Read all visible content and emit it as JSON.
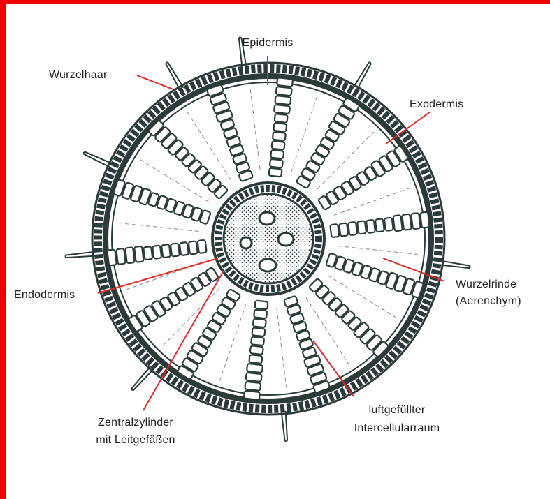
{
  "colors": {
    "frame": "#ee0000",
    "leader": "#dd2a2a",
    "ink": "#2c3a3a"
  },
  "labels": {
    "epidermis": "Epidermis",
    "wurzelhaar": "Wurzelhaar",
    "exodermis": "Exodermis",
    "endodermis": "Endodermis",
    "wurzelrinde_line1": "Wurzelrinde",
    "wurzelrinde_line2": "(Aerenchym)",
    "zentralzylinder_line1": "Zentralzylinder",
    "zentralzylinder_line2": "mit Leitgefäßen",
    "intercellular_line1": "luftgefüllter",
    "intercellular_line2": "Intercellularraum"
  }
}
